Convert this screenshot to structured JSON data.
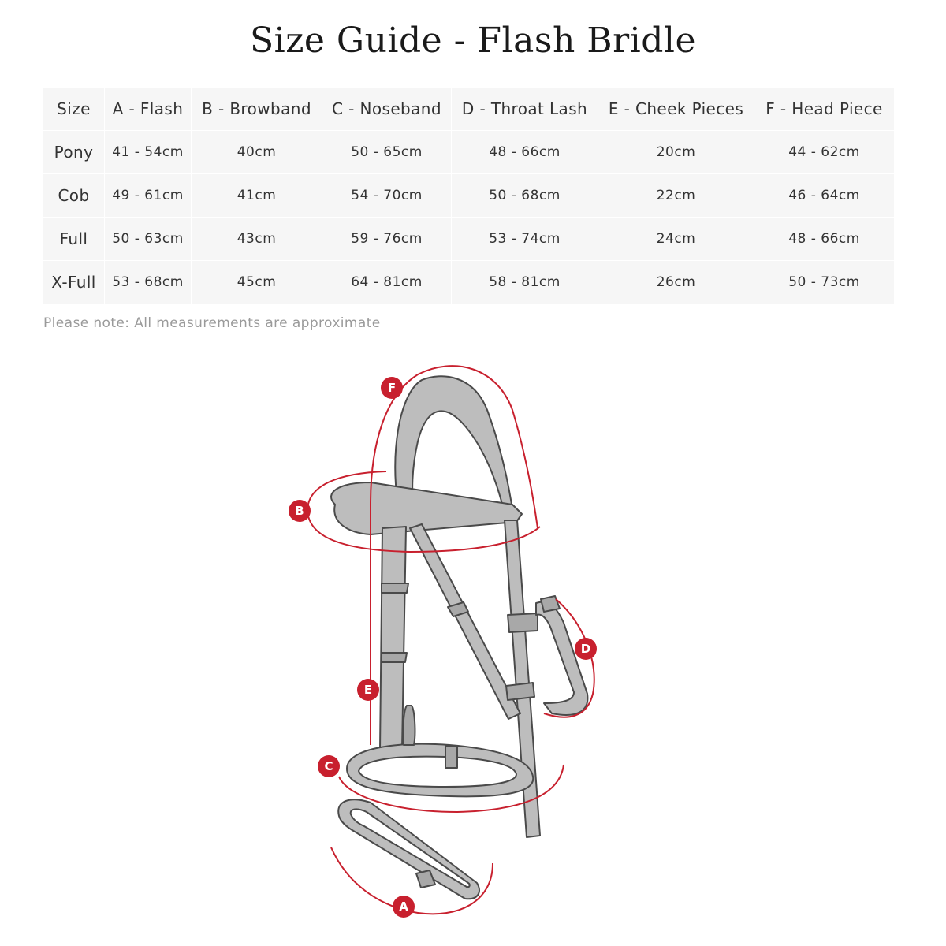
{
  "title": "Size Guide - Flash Bridle",
  "table": {
    "headers": [
      "Size",
      "A - Flash",
      "B - Browband",
      "C - Noseband",
      "D - Throat Lash",
      "E - Cheek Pieces",
      "F - Head Piece"
    ],
    "rows": [
      [
        "Pony",
        "41 - 54cm",
        "40cm",
        "50 - 65cm",
        "48 - 66cm",
        "20cm",
        "44 - 62cm"
      ],
      [
        "Cob",
        "49 - 61cm",
        "41cm",
        "54 - 70cm",
        "50 - 68cm",
        "22cm",
        "46 - 64cm"
      ],
      [
        "Full",
        "50 - 63cm",
        "43cm",
        "59 - 76cm",
        "53 - 74cm",
        "24cm",
        "48 - 66cm"
      ],
      [
        "X-Full",
        "53 - 68cm",
        "45cm",
        "64 - 81cm",
        "58 - 81cm",
        "26cm",
        "50 - 73cm"
      ]
    ]
  },
  "note": "Please note: All measurements are approximate",
  "diagram": {
    "markers": [
      "A",
      "B",
      "C",
      "D",
      "E",
      "F"
    ],
    "accent_color": "#c8202e",
    "leather_color": "#b5b5b5"
  }
}
